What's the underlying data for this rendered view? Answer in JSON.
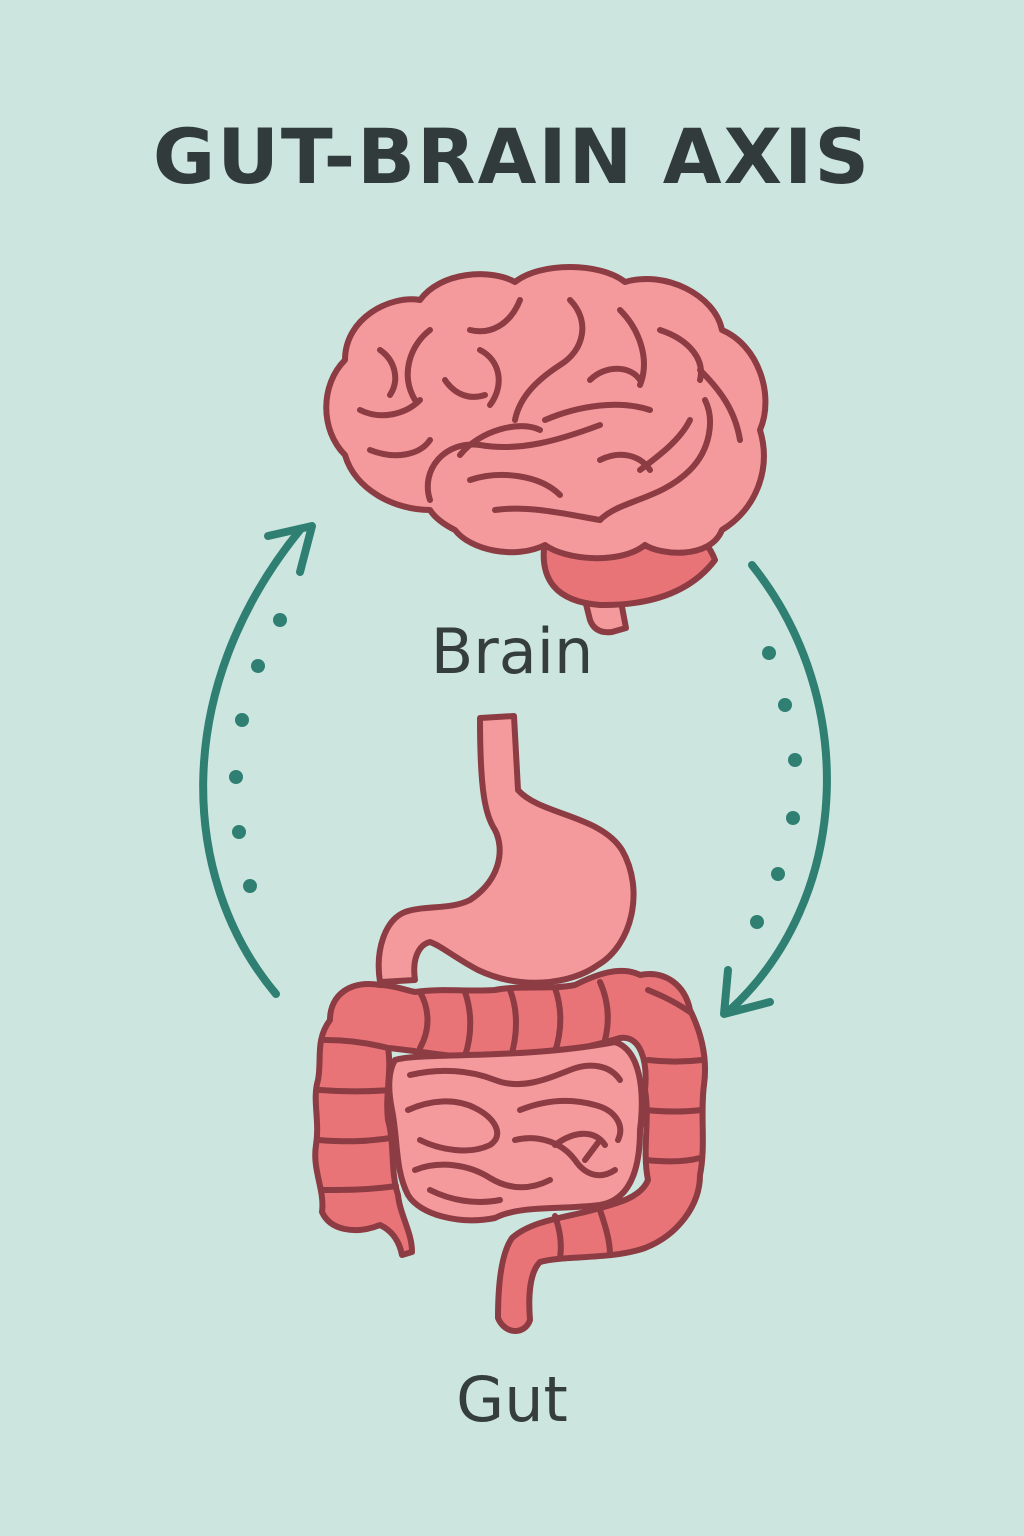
{
  "title": "GUT-BRAIN AXIS",
  "labels": {
    "brain": "Brain",
    "gut": "Gut"
  },
  "icons": {
    "brain": "brain-icon",
    "gut": "digestive-system-icon",
    "arrow_up": "arrow-gut-to-brain",
    "arrow_down": "arrow-brain-to-gut"
  },
  "colors": {
    "background": "#cce6df",
    "organ_fill": "#f49a9c",
    "organ_dark": "#e87478",
    "outline": "#8c3c42",
    "arrow": "#2f7f73",
    "text": "#33403f"
  }
}
